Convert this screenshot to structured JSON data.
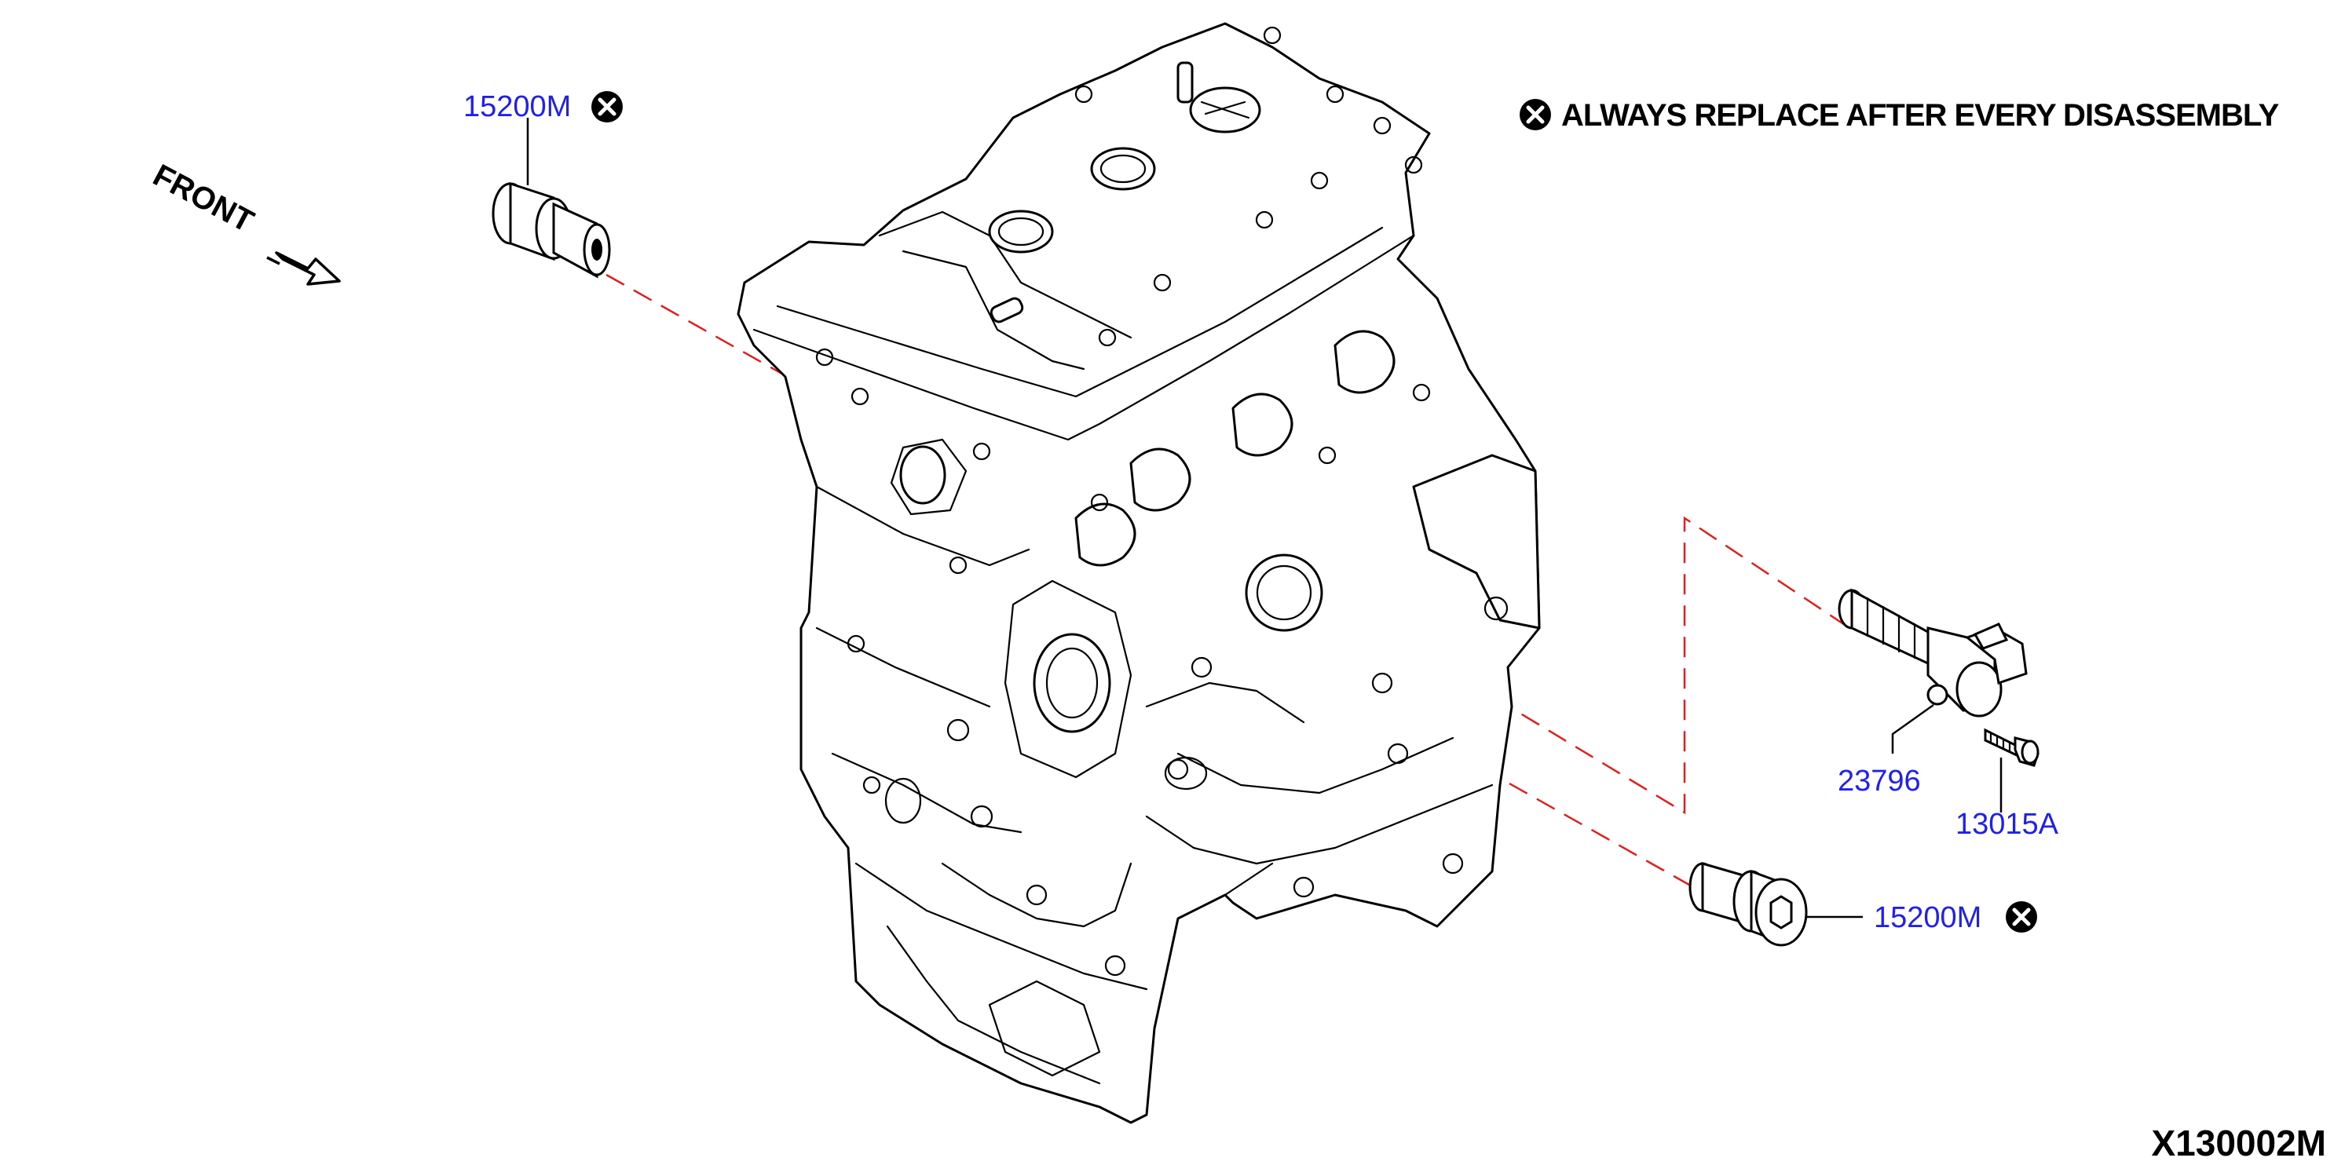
{
  "diagram": {
    "notice": "ALWAYS REPLACE AFTER EVERY DISASSEMBLY",
    "direction_label": "FRONT",
    "figure_code": "X130002M",
    "callouts": {
      "filter_top": "15200M",
      "solenoid": "23796",
      "bolt": "13015A",
      "filter_bottom": "15200M"
    }
  },
  "colors": {
    "callout_text": "#1f1ff0",
    "alignment_line": "#e02020",
    "line_art": "#000000"
  },
  "icons": {
    "replace_marker": "circle-x-icon",
    "direction_arrow": "front-arrow-icon"
  }
}
